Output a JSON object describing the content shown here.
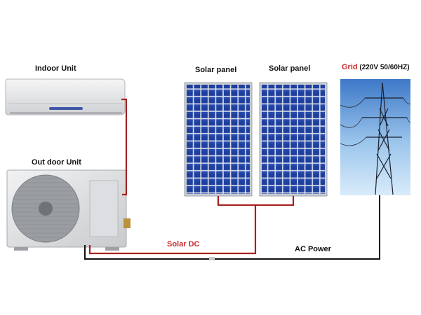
{
  "labels": {
    "indoor_unit": "Indoor Unit",
    "outdoor_unit": "Out door Unit",
    "solar_panel_1": "Solar panel",
    "solar_panel_2": "Solar panel",
    "grid_word": "Grid",
    "grid_spec": " (220V 50/60HZ)",
    "solar_dc": "Solar DC",
    "ac_power": "AC Power"
  },
  "colors": {
    "dc_wire": "#cc2a2a",
    "ac_wire": "#111111",
    "panel_cell": "#1f3f9e",
    "panel_frame": "#c9ccd2",
    "sky_top": "#3d78c8",
    "sky_bottom": "#d9ebfa",
    "unit_body": "#e9eaec"
  }
}
